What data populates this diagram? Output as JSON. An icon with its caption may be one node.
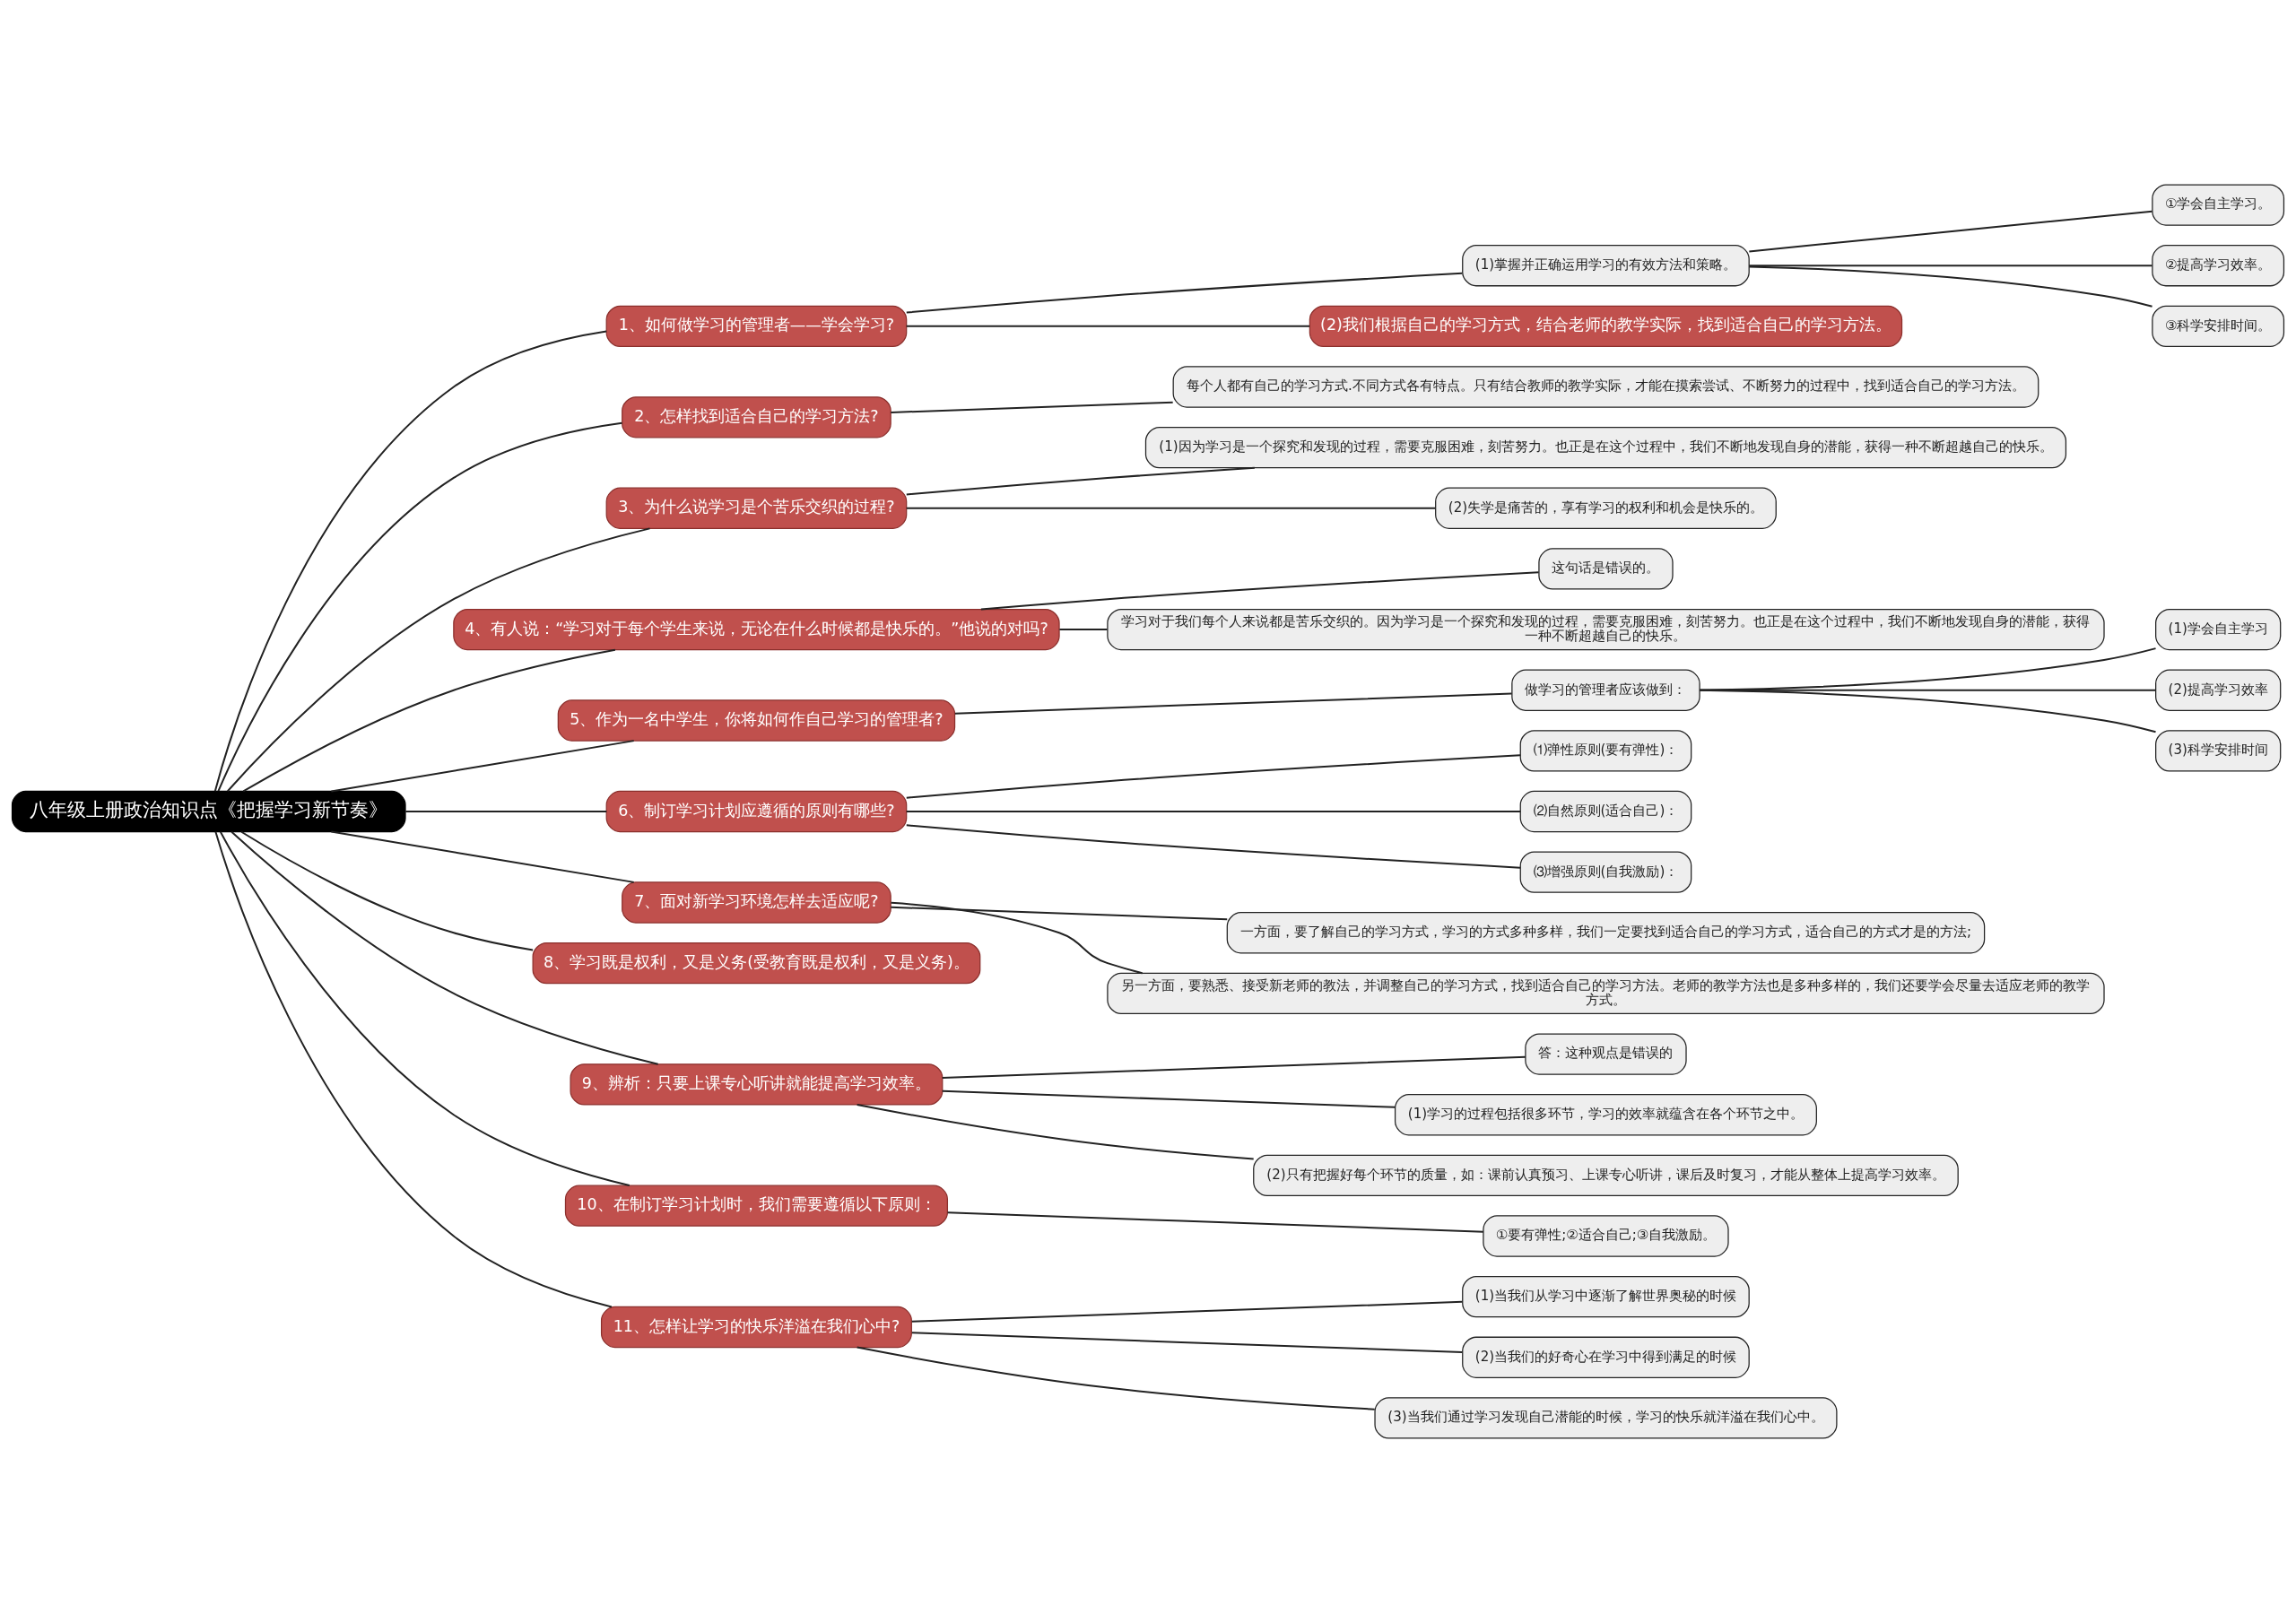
{
  "diagram": {
    "nodes": [
      {
        "text": [
          "八年级上册政治知识点《把握学习新节奏》"
        ]
      },
      {
        "text": [
          "1、如何做学习的管理者——学会学习?"
        ]
      },
      {
        "text": [
          "(1)掌握并正确运用学习的有效方法和策略。"
        ]
      },
      {
        "text": [
          "①学会自主学习。"
        ]
      },
      {
        "text": [
          "②提高学习效率。"
        ]
      },
      {
        "text": [
          "③科学安排时间。"
        ]
      },
      {
        "text": [
          "(2)我们根据自己的学习方式，结合老师的教学实际，找到适合自己的学习方法。"
        ]
      },
      {
        "text": [
          "2、怎样找到适合自己的学习方法?"
        ]
      },
      {
        "text": [
          "每个人都有自己的学习方式.不同方式各有特点。只有结合教师的教学实际，才能在摸索尝试、不断努力的过程中，找到适合自己的学习方法。"
        ]
      },
      {
        "text": [
          "3、为什么说学习是个苦乐交织的过程?"
        ]
      },
      {
        "text": [
          "(1)因为学习是一个探究和发现的过程，需要克服困难，刻苦努力。也正是在这个过程中，我们不断地发现自身的潜能，获得一种不断超越自己的快乐。"
        ]
      },
      {
        "text": [
          "(2)失学是痛苦的，享有学习的权利和机会是快乐的。"
        ]
      },
      {
        "text": [
          "4、有人说：“学习对于每个学生来说，无论在什么时候都是快乐的。”他说的对吗?"
        ]
      },
      {
        "text": [
          "这句话是错误的。"
        ]
      },
      {
        "text": [
          "学习对于我们每个人来说都是苦乐交织的。因为学习是一个探究和发现的过程，需要克服困难，刻苦努力。也正是在这个过程中，我们不断地发现自身的潜能，获得一种不断超越自己的快乐。"
        ]
      },
      {
        "text": [
          "5、作为一名中学生，你将如何作自己学习的管理者?"
        ]
      },
      {
        "text": [
          "做学习的管理者应该做到："
        ]
      },
      {
        "text": [
          "(1)学会自主学习"
        ]
      },
      {
        "text": [
          "(2)提高学习效率"
        ]
      },
      {
        "text": [
          "(3)科学安排时间"
        ]
      },
      {
        "text": [
          "6、制订学习计划应遵循的原则有哪些?"
        ]
      },
      {
        "text": [
          "⑴弹性原则(要有弹性)："
        ]
      },
      {
        "text": [
          "⑵自然原则(适合自己)："
        ]
      },
      {
        "text": [
          "⑶增强原则(自我激励)："
        ]
      },
      {
        "text": [
          "7、面对新学习环境怎样去适应呢?"
        ]
      },
      {
        "text": [
          "一方面，要了解自己的学习方式，学习的方式多种多样，我们一定要找到适合自己的学习方式，适合自己的方式才是的方法;"
        ]
      },
      {
        "text": [
          "另一方面，要熟悉、接受新老师的教法，并调整自己的学习方式，找到适合自己的学习方法。老师的教学方法也是多种多样的，我们还要学会尽量去适应老师的教学方式。"
        ]
      },
      {
        "text": [
          "8、学习既是权利，又是义务(受教育既是权利，又是义务)。"
        ]
      },
      {
        "text": [
          "9、辨析：只要上课专心听讲就能提高学习效率。"
        ]
      },
      {
        "text": [
          "答：这种观点是错误的"
        ]
      },
      {
        "text": [
          "(1)学习的过程包括很多环节，学习的效率就蕴含在各个环节之中。"
        ]
      },
      {
        "text": [
          "(2)只有把握好每个环节的质量，如：课前认真预习、上课专心听讲，课后及时复习，才能从整体上提高学习效率。"
        ]
      },
      {
        "text": [
          "10、在制订学习计划时，我们需要遵循以下原则："
        ]
      },
      {
        "text": [
          "①要有弹性;②适合自己;③自我激励。"
        ]
      },
      {
        "text": [
          "11、怎样让学习的快乐洋溢在我们心中?"
        ]
      },
      {
        "text": [
          "(1)当我们从学习中逐渐了解世界奥秘的时候"
        ]
      },
      {
        "text": [
          "(2)当我们的好奇心在学习中得到满足的时候"
        ]
      },
      {
        "text": [
          "(3)当我们通过学习发现自己潜能的时候，学习的快乐就洋溢在我们心中。"
        ]
      }
    ],
    "edges": [
      {
        "from": 0,
        "to": 1,
        "arrow": "none"
      },
      {
        "from": 1,
        "to": 2,
        "arrow": "none"
      },
      {
        "from": 2,
        "to": 3,
        "arrow": "none"
      },
      {
        "from": 2,
        "to": 4,
        "arrow": "none"
      },
      {
        "from": 2,
        "to": 5,
        "arrow": "none"
      },
      {
        "from": 1,
        "to": 6,
        "arrow": "none"
      },
      {
        "from": 0,
        "to": 7,
        "arrow": "none"
      },
      {
        "from": 7,
        "to": 8,
        "arrow": "none"
      },
      {
        "from": 0,
        "to": 9,
        "arrow": "none"
      },
      {
        "from": 9,
        "to": 10,
        "arrow": "none"
      },
      {
        "from": 9,
        "to": 11,
        "arrow": "none"
      },
      {
        "from": 0,
        "to": 12,
        "arrow": "none"
      },
      {
        "from": 12,
        "to": 13,
        "arrow": "none"
      },
      {
        "from": 12,
        "to": 14,
        "arrow": "none"
      },
      {
        "from": 0,
        "to": 15,
        "arrow": "none"
      },
      {
        "from": 15,
        "to": 16,
        "arrow": "none"
      },
      {
        "from": 16,
        "to": 17,
        "arrow": "none"
      },
      {
        "from": 16,
        "to": 18,
        "arrow": "none"
      },
      {
        "from": 16,
        "to": 19,
        "arrow": "none"
      },
      {
        "from": 0,
        "to": 20,
        "arrow": "none"
      },
      {
        "from": 20,
        "to": 21,
        "arrow": "none"
      },
      {
        "from": 20,
        "to": 22,
        "arrow": "none"
      },
      {
        "from": 20,
        "to": 23,
        "arrow": "none"
      },
      {
        "from": 0,
        "to": 24,
        "arrow": "none"
      },
      {
        "from": 24,
        "to": 25,
        "arrow": "none"
      },
      {
        "from": 24,
        "to": 26,
        "arrow": "none"
      },
      {
        "from": 0,
        "to": 27,
        "arrow": "none"
      },
      {
        "from": 0,
        "to": 28,
        "arrow": "none"
      },
      {
        "from": 28,
        "to": 29,
        "arrow": "none"
      },
      {
        "from": 28,
        "to": 30,
        "arrow": "none"
      },
      {
        "from": 28,
        "to": 31,
        "arrow": "none"
      },
      {
        "from": 0,
        "to": 32,
        "arrow": "none"
      },
      {
        "from": 32,
        "to": 33,
        "arrow": "none"
      },
      {
        "from": 0,
        "to": 34,
        "arrow": "none"
      },
      {
        "from": 34,
        "to": 35,
        "arrow": "none"
      },
      {
        "from": 34,
        "to": 36,
        "arrow": "none"
      },
      {
        "from": 34,
        "to": 37,
        "arrow": "none"
      }
    ]
  }
}
